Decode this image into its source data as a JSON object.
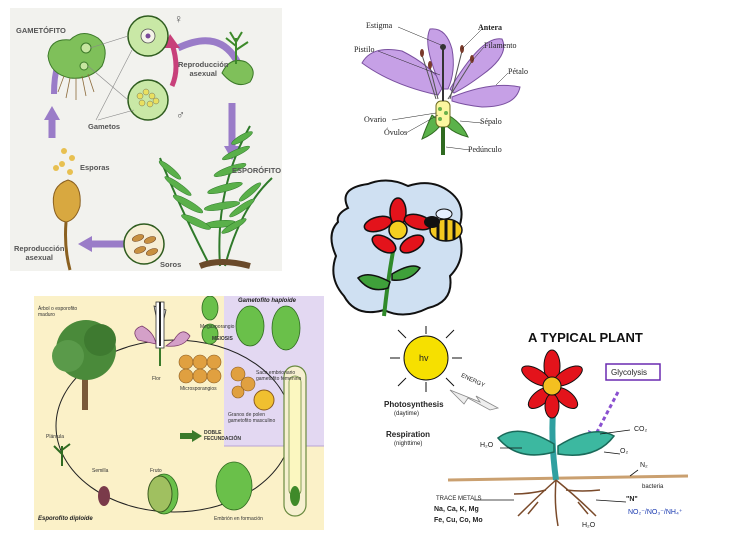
{
  "fern_cycle": {
    "gametofito": "GAMETÓFITO",
    "female_symbol": "♀",
    "male_symbol": "♂",
    "reproduccion_sexual": "Reproducción\nasexual",
    "gametos": "Gametos",
    "esporofito": "ESPORÓFITO",
    "esporas": "Esporas",
    "reproduccion_asexual": "Reproducción\nasexual",
    "soros": "Soros"
  },
  "flower_anatomy": {
    "estigma": "Estigma",
    "antera": "Antera",
    "pistilo": "Pistilo",
    "filamento": "Filamento",
    "petalo": "Pétalo",
    "ovario": "Ovario",
    "sepalo": "Sépalo",
    "ovulos": "Óvulos",
    "pedunculo": "Pedúnculo"
  },
  "angiosperm_cycle": {
    "esporofito_maduro": "Árbol o esporofito\nmaduro",
    "gametofito_haploide": "Gametofito haploide",
    "flor": "Flor",
    "meiosis": "MEIOSIS",
    "megaspora": "Megasporangio",
    "microspora": "Microsporangios",
    "granos_polen": "Granos de polen\ngametofito masculino",
    "saco_embrionario": "Saco embrionario\ngametofito femenino",
    "doble_fecundacion": "DOBLE\nFECUNDACIÓN",
    "plantula": "Plántula",
    "semilla": "Semilla",
    "fruto": "Fruto",
    "embrion": "Embrión en formación",
    "esporofito_diploide": "Esporofito diploide"
  },
  "typical_plant": {
    "title": "A TYPICAL PLANT",
    "sun_label": "hv",
    "energy": "ENERGY",
    "glycolysis": "Glycolysis",
    "photosynthesis": "Photosynthesis",
    "photosynthesis_sub": "(daytime)",
    "respiration": "Respiration",
    "respiration_sub": "(nighttime)",
    "h2o_top": "H₂O",
    "co2": "CO₂",
    "o2": "O₂",
    "n2": "N₂",
    "bacteria": "bacteria",
    "n_label": "\"N\"",
    "nitrogen_forms": "NO₂⁻/NO₃⁻/NH₄⁺",
    "trace_metals": "TRACE METALS",
    "metals_1": "Na, Ca, K, Mg",
    "metals_2": "Fe, Cu, Co, Mo",
    "h2o_bottom": "H₂O"
  },
  "colors": {
    "fern_bg": "#f2f2ee",
    "arrow_purple": "#9a7cc8",
    "petal_purple": "#c6a0e6",
    "leaf_green": "#4aa84a",
    "flower_red": "#e3131b",
    "cycle_bg": "#fbf1c8",
    "haploid_bg": "#e3d8f2"
  }
}
